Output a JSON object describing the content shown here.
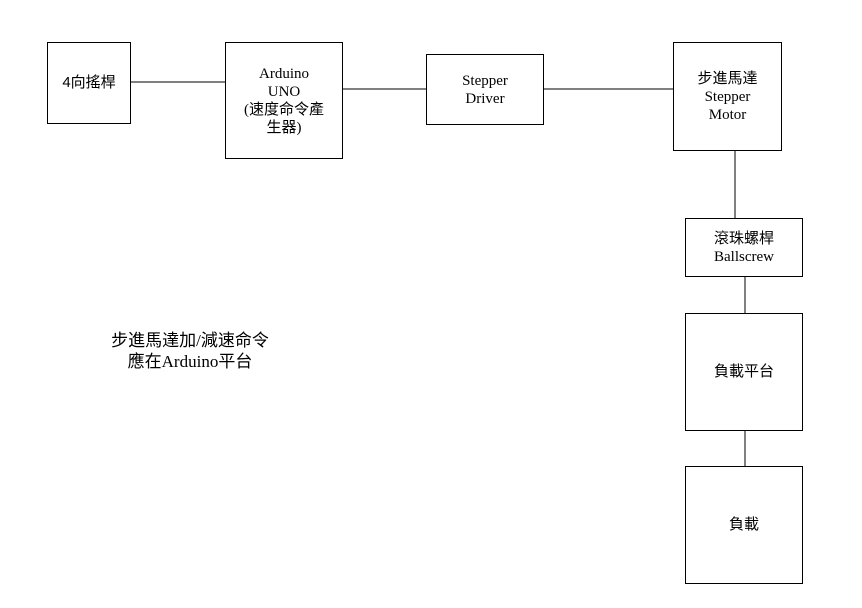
{
  "diagram": {
    "blocks": {
      "joystick": {
        "lines": [
          "4向搖桿"
        ]
      },
      "arduino": {
        "lines": [
          "Arduino",
          "UNO",
          "(速度命令產",
          "生器)"
        ]
      },
      "driver": {
        "lines": [
          "Stepper",
          "Driver"
        ]
      },
      "motor": {
        "lines": [
          "步進馬達",
          "Stepper",
          "Motor"
        ]
      },
      "ballscrew": {
        "lines": [
          "滾珠螺桿",
          "Ballscrew"
        ]
      },
      "stage": {
        "lines": [
          "負載平台"
        ]
      },
      "load": {
        "lines": [
          "負載"
        ]
      }
    },
    "note": {
      "lines": [
        "步進馬達加/減速命令",
        "應在Arduino平台"
      ]
    },
    "line_color": "#000000"
  }
}
